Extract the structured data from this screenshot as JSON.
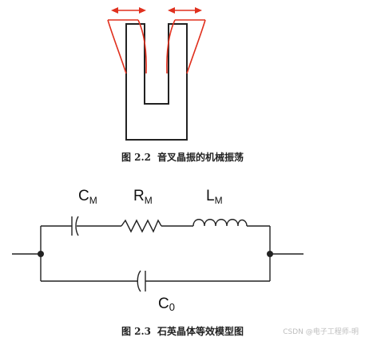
{
  "figure_2_2": {
    "number": "图 2.2",
    "title": "音叉晶振的机械振荡",
    "wire_color": "#222222",
    "vibration_color": "#e0301e"
  },
  "figure_2_3": {
    "number": "图 2.3",
    "title": "石英晶体等效模型图",
    "components": {
      "cm": {
        "main": "C",
        "sub": "M"
      },
      "rm": {
        "main": "R",
        "sub": "M"
      },
      "lm": {
        "main": "L",
        "sub": "M"
      },
      "c0": {
        "main": "C",
        "sub": "0"
      }
    }
  },
  "watermark": "CSDN @电子工程师-明"
}
